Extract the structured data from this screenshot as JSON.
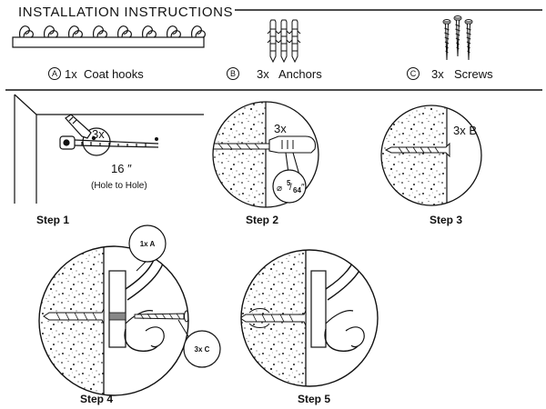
{
  "title": "INSTALLATION INSTRUCTIONS",
  "parts": [
    {
      "badge": "A",
      "qty": "1x",
      "name": "Coat hooks"
    },
    {
      "badge": "B",
      "qty": "3x",
      "name": "Anchors"
    },
    {
      "badge": "C",
      "qty": "3x",
      "name": "Screws"
    }
  ],
  "steps": {
    "step1": {
      "label": "Step 1",
      "count": "3x",
      "distance": "16 ″",
      "note": "(Hole to Hole)"
    },
    "step2": {
      "label": "Step 2",
      "count": "3x",
      "drill_prefix": "⌀",
      "drill_num": "5",
      "drill_den": "64",
      "drill_unit": "″"
    },
    "step3": {
      "label": "Step 3",
      "count": "3x B"
    },
    "step4": {
      "label": "Step 4",
      "callout_hook": "1x A",
      "callout_screw": "3x C"
    },
    "step5": {
      "label": "Step 5"
    }
  }
}
